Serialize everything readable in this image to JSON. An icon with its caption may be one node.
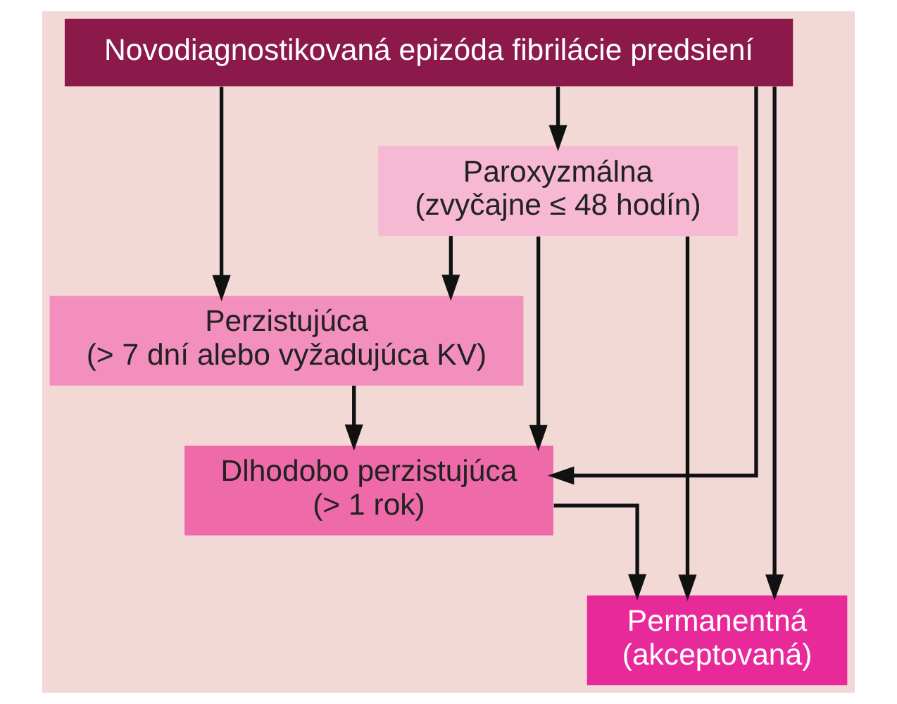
{
  "diagram": {
    "nodes": [
      {
        "text": [
          "Novodiagnostikovaná epizóda fibrilácie predsiení"
        ]
      },
      {
        "text": [
          "Paroxyzmálna",
          "(zvyčajne ≤ 48 hodín)"
        ]
      },
      {
        "text": [
          "Perzistujúca",
          "(> 7 dní alebo vyžadujúca KV)"
        ]
      },
      {
        "text": [
          "Dlhodobo perzistujúca",
          "(> 1 rok)"
        ]
      },
      {
        "text": [
          "Permanentná",
          "(akceptovaná)"
        ]
      }
    ],
    "edges": [
      {
        "from": 0,
        "to": 1,
        "arrow": "to"
      },
      {
        "from": 0,
        "to": 2,
        "arrow": "to"
      },
      {
        "from": 0,
        "to": 3,
        "arrow": "to"
      },
      {
        "from": 0,
        "to": 4,
        "arrow": "to"
      },
      {
        "from": 1,
        "to": 2,
        "arrow": "to"
      },
      {
        "from": 1,
        "to": 3,
        "arrow": "to"
      },
      {
        "from": 1,
        "to": 4,
        "arrow": "to"
      },
      {
        "from": 2,
        "to": 3,
        "arrow": "to"
      },
      {
        "from": 3,
        "to": 4,
        "arrow": "to"
      }
    ]
  }
}
